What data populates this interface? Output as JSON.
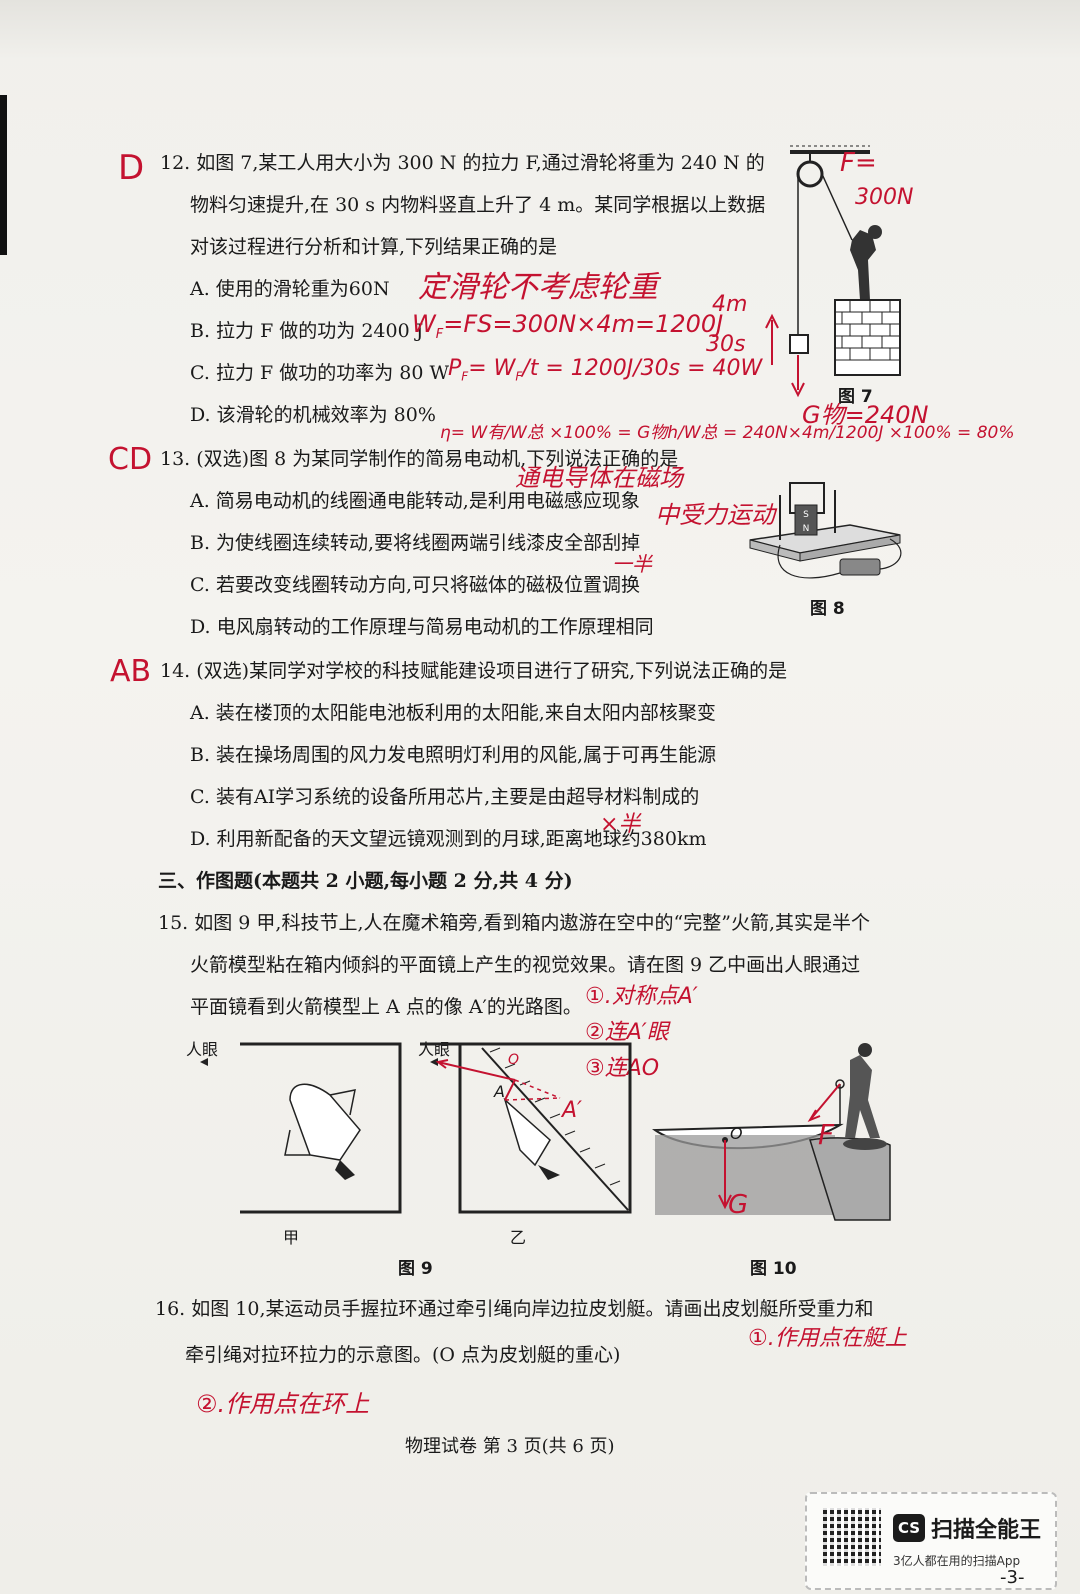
{
  "q12": {
    "stem_l1": "12. 如图 7,某工人用大小为 300 N 的拉力 F,通过滑轮将重为 240 N 的",
    "stem_l2": "物料匀速提升,在 30 s 内物料竖直上升了 4 m。某同学根据以上数据",
    "stem_l3": "对该过程进行分析和计算,下列结果正确的是",
    "optA": "A. 使用的滑轮重为60N",
    "optB": "B. 拉力 F 做的功为 2400 J",
    "optC": "C. 拉力 F 做功的功率为 80 W",
    "optD": "D. 该滑轮的机械效率为 80%",
    "fig_caption": "图 7",
    "answer": "D",
    "note_A": "定滑轮不考虑轮重",
    "note_B": "W",
    "note_B_sub": "F",
    "note_B_rest": "=FS=300N×4m=1200J",
    "note_C": "P",
    "note_C_sub": "F",
    "note_C_rest": "= W",
    "note_C_frac_sub": "F",
    "note_C_num_wf": "/t = 1200J/30s = 40W",
    "note_D": "η= W有/W总 ×100% = G物h/W总 = 240N×4m/1200J ×100% = 80%",
    "note_fig_F": "F=",
    "note_fig_F2": "300N",
    "note_fig_G": "G物=240N",
    "note_fig_4m": "4m",
    "note_fig_30s": "30s"
  },
  "q13": {
    "stem": "13. (双选)图 8 为某同学制作的简易电动机,下列说法正确的是",
    "optA": "A. 简易电动机的线圈通电能转动,是利用电磁感应现象",
    "optB": "B. 为使线圈连续转动,要将线圈两端引线漆皮全部刮掉",
    "optC": "C. 若要改变线圈转动方向,可只将磁体的磁极位置调换",
    "optD": "D. 电风扇转动的工作原理与简易电动机的工作原理相同",
    "fig_caption": "图 8",
    "answer": "CD",
    "note_A1": "通电导体在磁场",
    "note_A2": "中受力运动",
    "note_B": "一半",
    "magnet_s": "S",
    "magnet_n": "N"
  },
  "q14": {
    "stem": "14. (双选)某同学对学校的科技赋能建设项目进行了研究,下列说法正确的是",
    "optA": "A. 装在楼顶的太阳能电池板利用的太阳能,来自太阳内部核聚变",
    "optB": "B. 装在操场周围的风力发电照明灯利用的风能,属于可再生能源",
    "optC": "C. 装有AI学习系统的设备所用芯片,主要是由超导材料制成的",
    "optD": "D. 利用新配备的天文望远镜观测到的月球,距离地球约380km",
    "answer": "AB",
    "note_C": "半",
    "note_C_prefix": "×"
  },
  "section3": "三、作图题(本题共 2 小题,每小题 2 分,共 4 分)",
  "q15": {
    "l1": "15. 如图 9 甲,科技节上,人在魔术箱旁,看到箱内遨游在空中的“完整”火箭,其实是半个",
    "l2": "火箭模型粘在箱内倾斜的平面镜上产生的视觉效果。请在图 9 乙中画出人眼通过",
    "l3": "平面镜看到火箭模型上 A 点的像 A′的光路图。",
    "eye_label": "人眼",
    "label_jia": "甲",
    "label_yi": "乙",
    "pointA": "A",
    "pointA2": "A′",
    "pointO": "O",
    "fig_caption": "图 9",
    "step1": "①.对称点A′",
    "step2": "②连A′眼",
    "step3": "③连AO"
  },
  "q16": {
    "l1": "16. 如图 10,某运动员手握拉环通过牵引绳向岸边拉皮划艇。请画出皮划艇所受重力和",
    "l2": "牵引绳对拉环拉力的示意图。(O 点为皮划艇的重心)",
    "fig_caption": "图 10",
    "pointO": "O",
    "note1": "①.作用点在艇上",
    "note2": "②.作用点在环上",
    "labelF": "F",
    "labelG": "G"
  },
  "footer": "物理试卷   第 3 页(共 6 页)",
  "scanner": {
    "icon": "CS",
    "name": "扫描全能王",
    "slogan": "3亿人都在用的扫描App"
  },
  "page_number": "-3-",
  "colors": {
    "ink": "#1a1a1a",
    "red_pen": "#c41230",
    "paper": "#f2f1ed"
  }
}
